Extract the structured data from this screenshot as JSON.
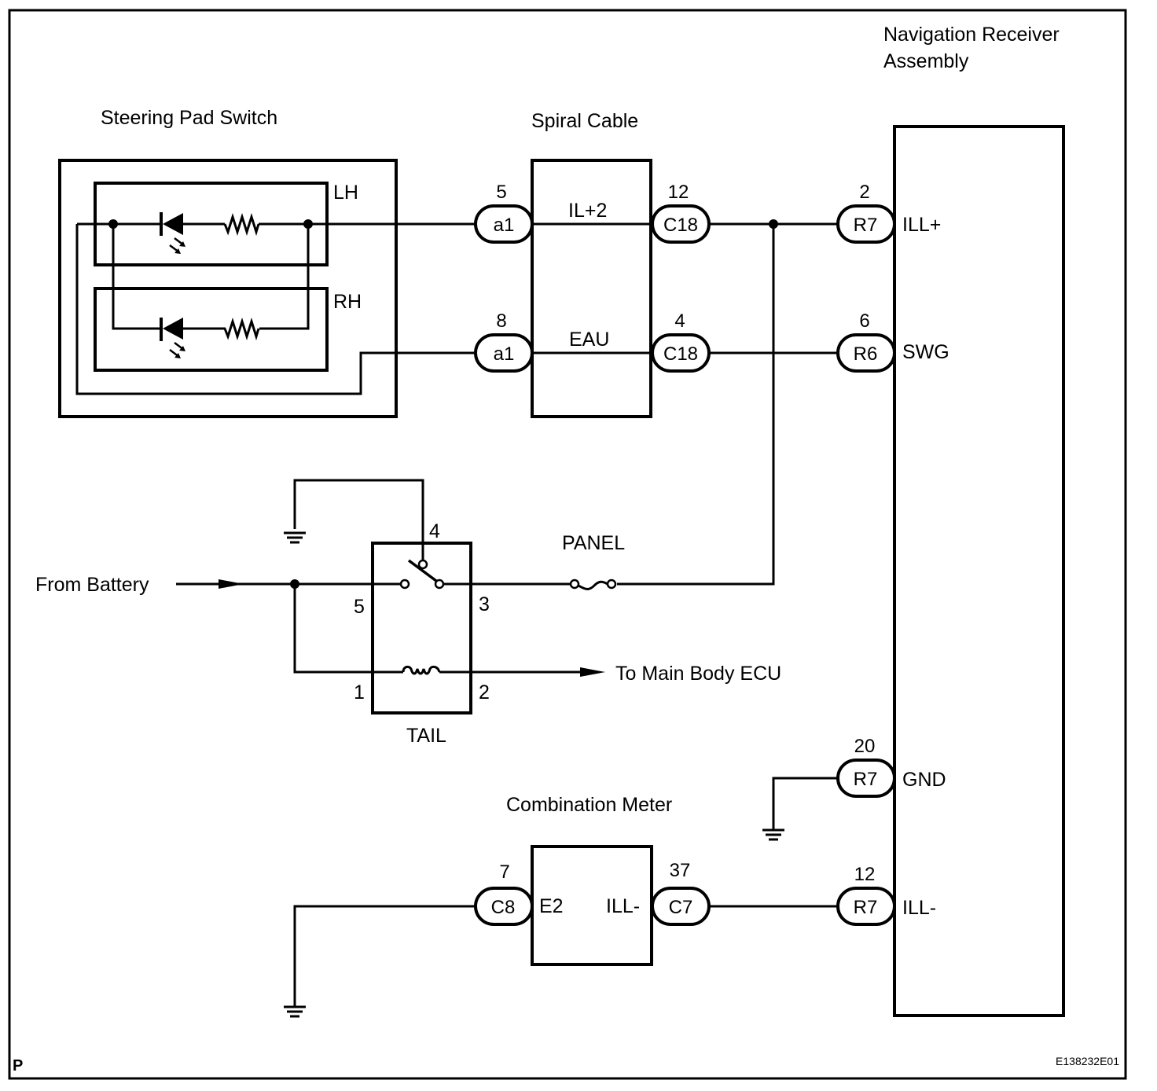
{
  "diagram": {
    "type": "wiring-schematic",
    "colors": {
      "line": "#000000",
      "background": "#ffffff"
    },
    "components": {
      "steering_pad_switch": {
        "title": "Steering Pad Switch",
        "sections": [
          "LH",
          "RH"
        ]
      },
      "spiral_cable": {
        "title": "Spiral Cable",
        "signals": [
          "IL+2",
          "EAU"
        ]
      },
      "navigation_receiver": {
        "title_line1": "Navigation Receiver",
        "title_line2": "Assembly",
        "terminals": [
          "ILL+",
          "SWG",
          "GND",
          "ILL-"
        ]
      },
      "tail_relay": {
        "title": "TAIL",
        "pins": [
          "4",
          "5",
          "3",
          "1",
          "2"
        ]
      },
      "panel_fuse": {
        "title": "PANEL"
      },
      "combination_meter": {
        "title": "Combination Meter",
        "terminals": [
          "E2",
          "ILL-"
        ]
      }
    },
    "connectors": [
      {
        "id": "a1",
        "pin": "5"
      },
      {
        "id": "a1",
        "pin": "8"
      },
      {
        "id": "C18",
        "pin": "12"
      },
      {
        "id": "C18",
        "pin": "4"
      },
      {
        "id": "R7",
        "pin": "2"
      },
      {
        "id": "R6",
        "pin": "6"
      },
      {
        "id": "R7",
        "pin": "20"
      },
      {
        "id": "C8",
        "pin": "7"
      },
      {
        "id": "C7",
        "pin": "37"
      },
      {
        "id": "R7",
        "pin": "12"
      }
    ],
    "inputs": {
      "from_battery": "From Battery",
      "to_main_body_ecu": "To Main Body ECU"
    },
    "footer": {
      "page_mark": "P",
      "figure_id": "E138232E01"
    }
  }
}
